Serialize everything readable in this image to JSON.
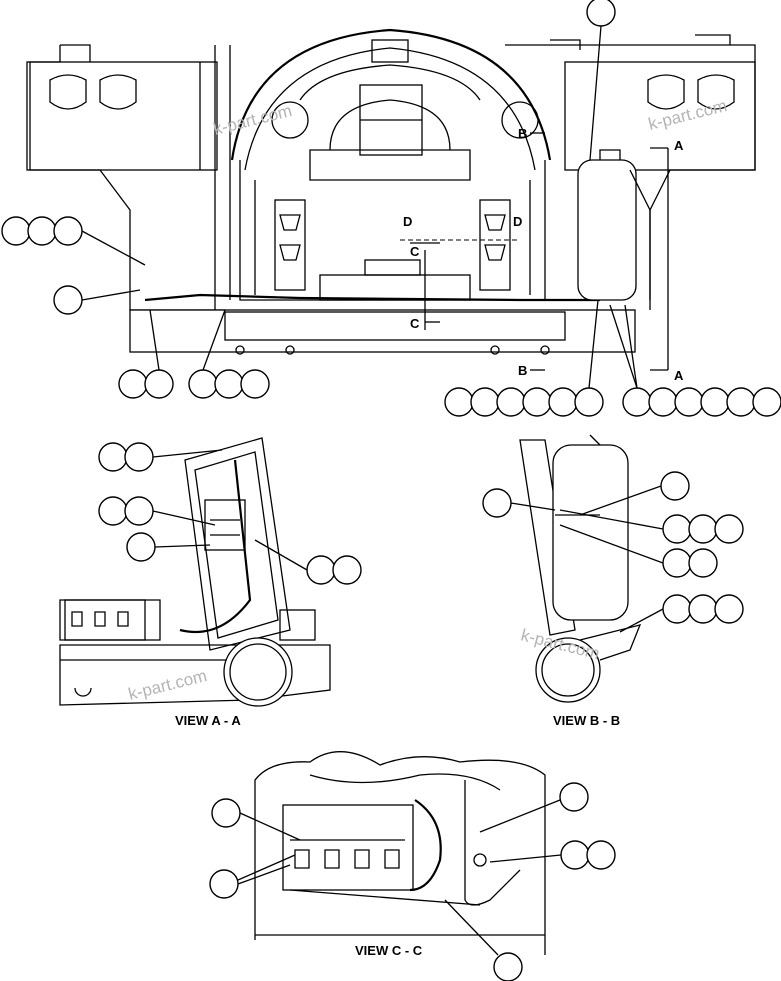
{
  "watermark": "k-part.com",
  "section_letters": {
    "a": "A",
    "b": "B",
    "c": "C",
    "d": "D"
  },
  "views": {
    "a": "VIEW A - A",
    "b": "VIEW B - B",
    "c": "VIEW C - C"
  },
  "colors": {
    "line": "#000000",
    "watermark": "#b4b4b4",
    "background": "#ffffff"
  }
}
